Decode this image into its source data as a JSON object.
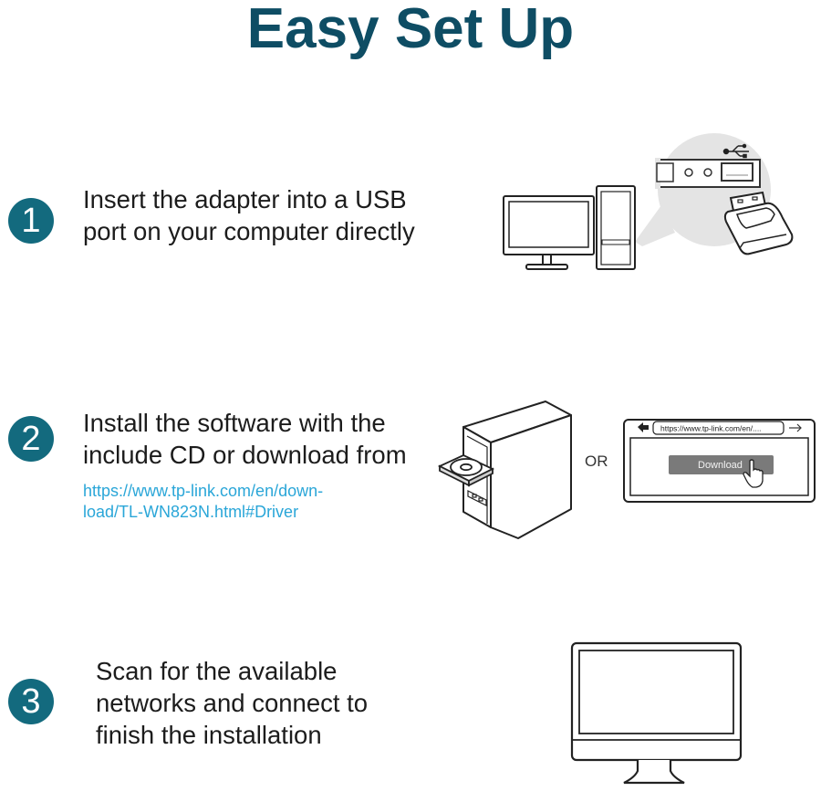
{
  "title": "Easy Set Up",
  "steps": [
    {
      "number": "1",
      "lines": [
        "Insert the adapter into a USB",
        "port on your computer directly"
      ]
    },
    {
      "number": "2",
      "lines": [
        "Install the software with the",
        "include CD or download from"
      ],
      "link_lines": [
        "https://www.tp-link.com/en/down-",
        "load/TL-WN823N.html#Driver"
      ],
      "or_label": "OR",
      "browser": {
        "url": "https://www.tp-link.com/en/....",
        "button_label": "Download"
      }
    },
    {
      "number": "3",
      "lines": [
        "Scan for the available",
        "networks and connect to",
        "finish the installation"
      ]
    }
  ],
  "colors": {
    "title": "#0e4d64",
    "badge": "#136a7e",
    "link": "#2aa6d8"
  }
}
